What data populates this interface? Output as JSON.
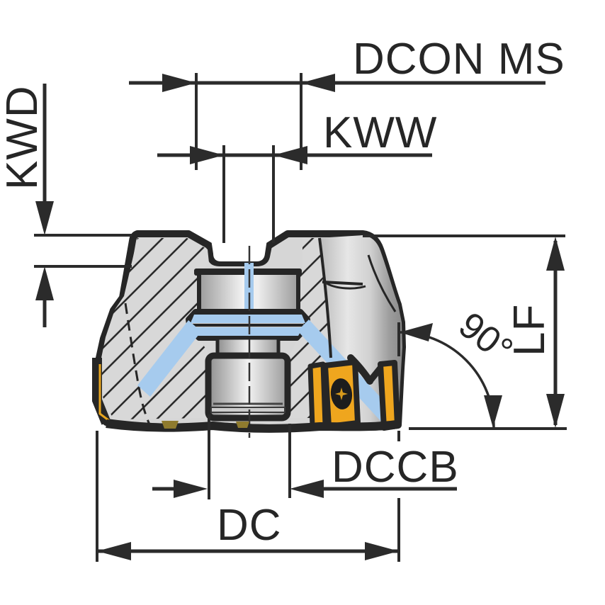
{
  "figure": {
    "type": "technical-dimension-drawing",
    "subject": "face milling cutter, half cross-section with insert"
  },
  "labels": {
    "dcon_ms": "DCON MS",
    "kww": "KWW",
    "kwd": "KWD",
    "lf": "LF",
    "angle": "90°",
    "dccb": "DCCB",
    "dc": "DC"
  },
  "colors": {
    "background": "#ffffff",
    "outline": "#262626",
    "dimension_lines": "#2b2b2b",
    "body_gray": "#d6d6d6",
    "hatch_gray": "#d8d8d8",
    "insert_yellow": "#EFA61E",
    "coolant_blue": "#A6CBEE",
    "screw_gradient_light": "#f2f2f2",
    "screw_gradient_dark": "#8f8f8f"
  }
}
